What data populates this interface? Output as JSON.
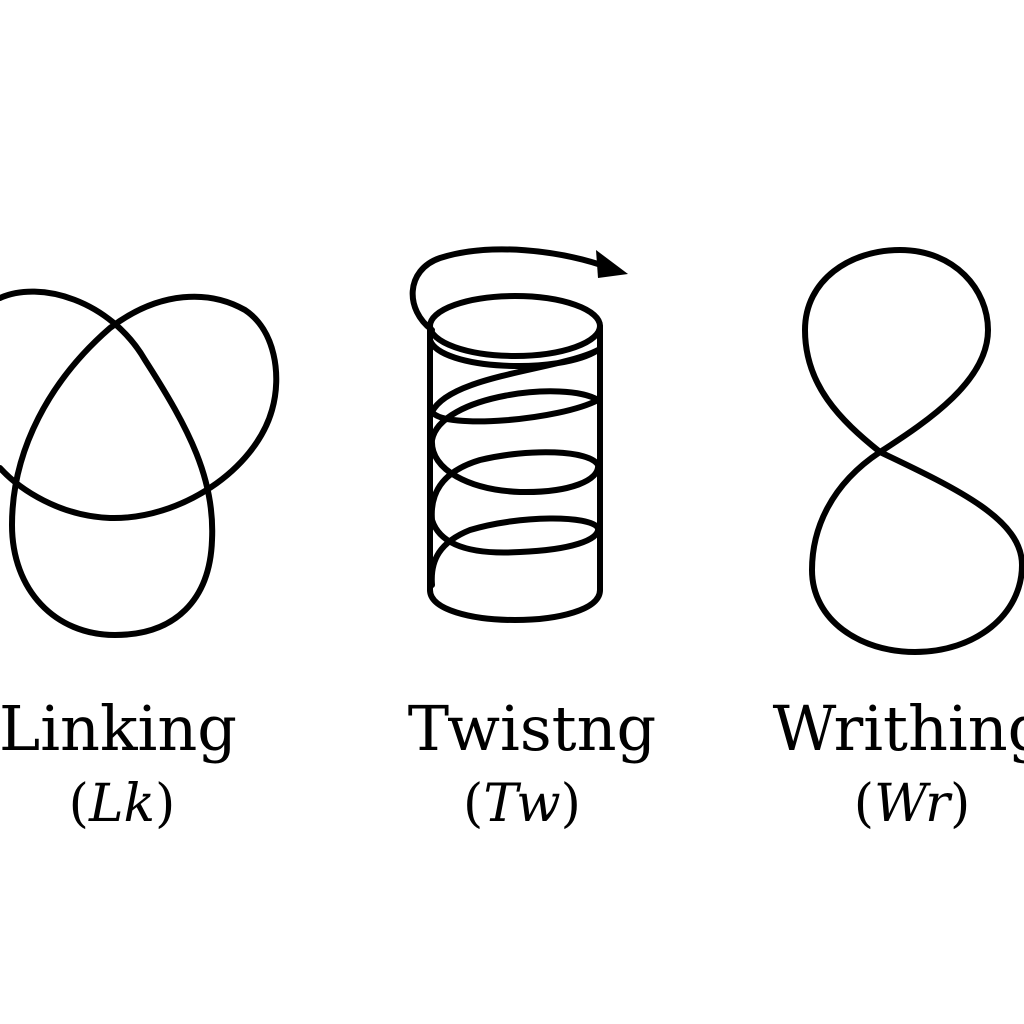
{
  "colors": {
    "background": "#ffffff",
    "ink": "#000000"
  },
  "panels": [
    {
      "name": "Linking",
      "symbol_open": "(",
      "symbol_var": "Lk",
      "symbol_close": ")"
    },
    {
      "name": "Twistng",
      "symbol_open": "(",
      "symbol_var": "Tw",
      "symbol_close": ")"
    },
    {
      "name": "Writhing",
      "symbol_open": "(",
      "symbol_var": "Wr",
      "symbol_close": ")"
    }
  ]
}
